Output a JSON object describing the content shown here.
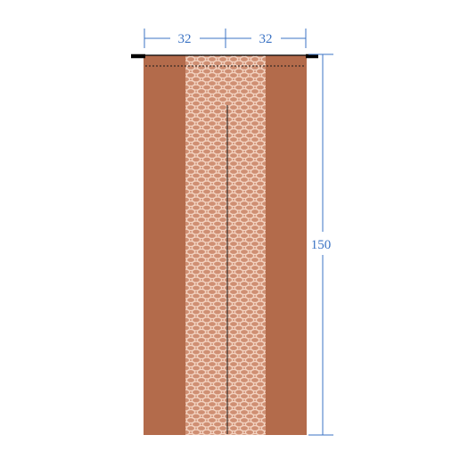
{
  "dimensions": {
    "width_left": "32",
    "width_right": "32",
    "height": "150"
  },
  "colors": {
    "fabric": "#b36b4b",
    "lace_bg": "#cf8f73",
    "lace_thread": "#f3d3c1",
    "dimension_line": "#3b73c4",
    "rod": "#000000",
    "background": "#ffffff"
  }
}
